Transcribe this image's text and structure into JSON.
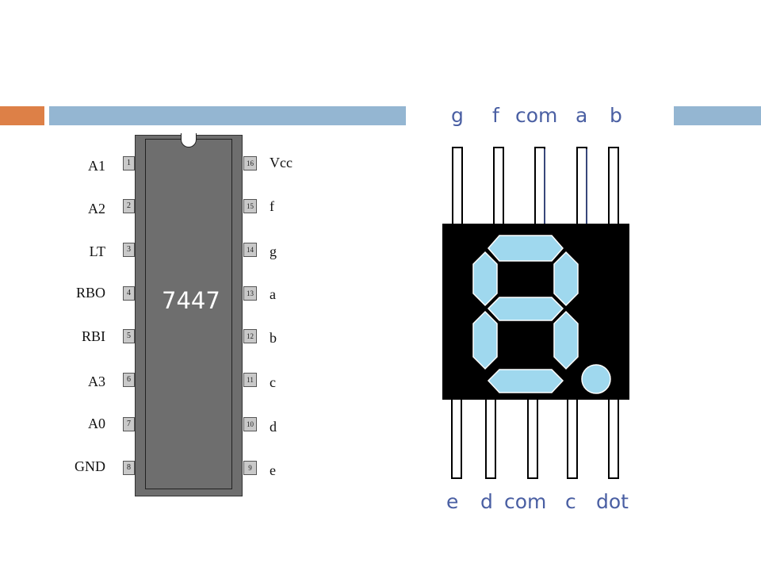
{
  "colors": {
    "accent_orange": "#dd8047",
    "accent_blue": "#94b6d2",
    "segment": "#9fd8ee",
    "ic_body": "#6e6e6e"
  },
  "ic": {
    "label": "7447",
    "left_pins": [
      {
        "number": "1",
        "name": "A1"
      },
      {
        "number": "2",
        "name": "A2"
      },
      {
        "number": "3",
        "name": "LT"
      },
      {
        "number": "4",
        "name": "RBO"
      },
      {
        "number": "5",
        "name": "RBI"
      },
      {
        "number": "6",
        "name": "A3"
      },
      {
        "number": "7",
        "name": "A0"
      },
      {
        "number": "8",
        "name": "GND"
      }
    ],
    "right_pins": [
      {
        "number": "16",
        "name": "Vcc"
      },
      {
        "number": "15",
        "name": "f"
      },
      {
        "number": "14",
        "name": "g"
      },
      {
        "number": "13",
        "name": "a"
      },
      {
        "number": "12",
        "name": "b"
      },
      {
        "number": "11",
        "name": "c"
      },
      {
        "number": "10",
        "name": "d"
      },
      {
        "number": "9",
        "name": "e"
      }
    ]
  },
  "display": {
    "top_labels": [
      "g",
      "f",
      "com",
      "a",
      "b"
    ],
    "bottom_labels": [
      "e",
      "d",
      "com",
      "c",
      "dot"
    ]
  }
}
